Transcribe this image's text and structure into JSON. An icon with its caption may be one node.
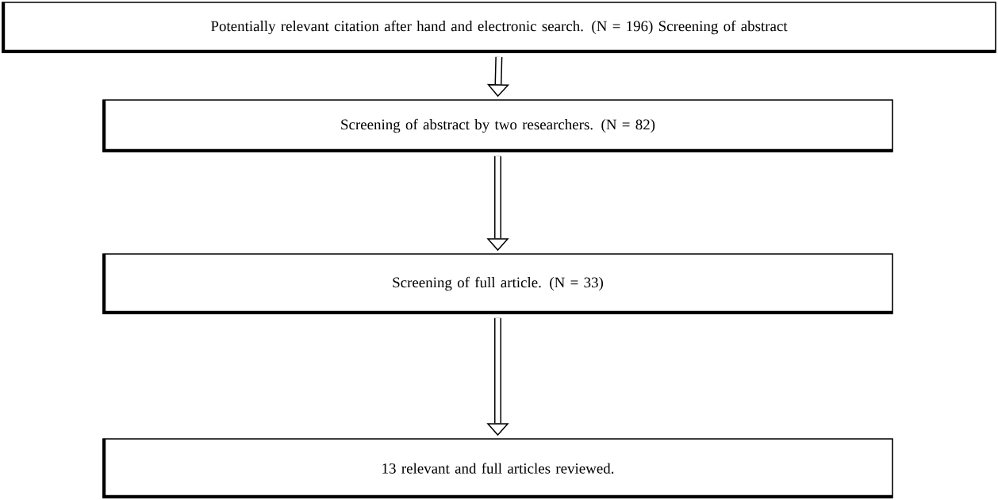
{
  "diagram": {
    "nodes": [
      {
        "text": [
          "Potentially relevant citation after hand and electronic search. (N = 196) Screening of abstract"
        ]
      },
      {
        "text": [
          "Screening of abstract by two researchers. (N = 82)"
        ]
      },
      {
        "text": [
          "Screening of full article. (N = 33)"
        ]
      },
      {
        "text": [
          "13 relevant and full articles reviewed."
        ]
      }
    ],
    "edges": [
      {
        "from": 0,
        "to": 1,
        "arrow": "to"
      },
      {
        "from": 1,
        "to": 2,
        "arrow": "to"
      },
      {
        "from": 2,
        "to": 3,
        "arrow": "to"
      }
    ]
  }
}
